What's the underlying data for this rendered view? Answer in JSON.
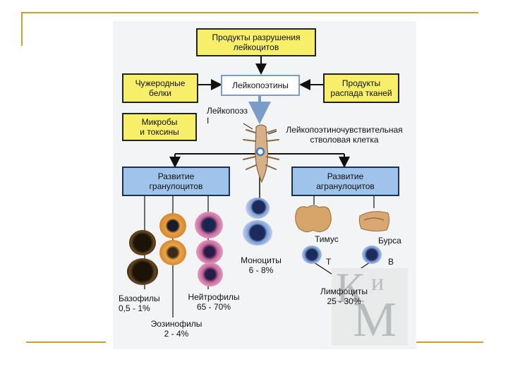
{
  "boxes": {
    "leuk_products": "Продукты разрушения\nлейкоцитов",
    "foreign_proteins": "Чужеродные\nбелки",
    "leukopoietins": "Лейкопоэтины",
    "tissue_products": "Продукты\nраспада тканей",
    "microbes": "Микробы\nи токсины",
    "granulo": "Развитие\nгранулоцитов",
    "agranulo": "Развитие\nагранулоцитов"
  },
  "labels": {
    "leukopoiesis": "Лейкопоэз\nI",
    "stem_cell": "Лейкопоэтиночувствительная\nстволовая клетка",
    "thymus": "Тимус",
    "bursa": "Бурса",
    "t": "T",
    "b": "B",
    "monocytes": "Моноциты\n6 - 8%",
    "basophils": "Базофилы\n0,5 - 1%",
    "neutrophils": "Нейтрофилы\n65 - 70%",
    "eosinophils": "Эозинофилы\n2 - 4%",
    "lymphocytes": "Лимфоциты\n25 - 30%"
  },
  "colors": {
    "frame": "#c9a227",
    "box_yellow": "#f7ee6a",
    "box_blue": "#9fc3ea",
    "arrow_blue": "#7a9cc9"
  }
}
